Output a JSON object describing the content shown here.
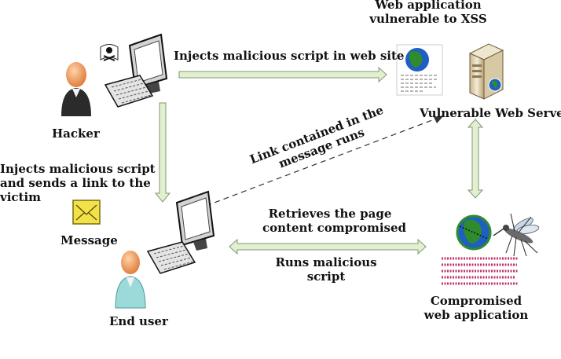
{
  "labels": {
    "hacker": "Hacker",
    "end_user": "End user",
    "message": "Message",
    "vulnerable_server": "Vulnerable Web Server",
    "web_app_title_line1": "Web application",
    "web_app_title_line2": "vulnerable to XSS",
    "compromised_line1": "Compromised",
    "compromised_line2": "web application"
  },
  "edges": {
    "injects_site": "Injects malicious script in web site",
    "inject_send_line1": "Injects malicious script",
    "inject_send_line2": "and sends a link to the",
    "inject_send_line3": "victim",
    "link_runs_line1": "Link contained in the",
    "link_runs_line2": "message runs",
    "retrieves_line1": "Retrieves the page",
    "retrieves_line2": "content compromised",
    "runs_line1": "Runs malicious",
    "runs_line2": "script"
  },
  "icons": [
    "hacker-person-icon",
    "pirate-flag-icon",
    "computer-icon",
    "end-user-person-icon",
    "envelope-icon",
    "server-icon",
    "globe-icon",
    "mosquito-icon"
  ],
  "colors": {
    "arrow_fill": "#e3efd3",
    "arrow_stroke": "#7f9a6a",
    "hacker_body": "#2b2b2b",
    "user_body": "#9cd9d9",
    "skin": "#f0a36a",
    "envelope": "#f2e24a",
    "globe_blue": "#1f5fc2",
    "globe_green": "#2e8b2e",
    "payload_text": "#c0306a"
  }
}
